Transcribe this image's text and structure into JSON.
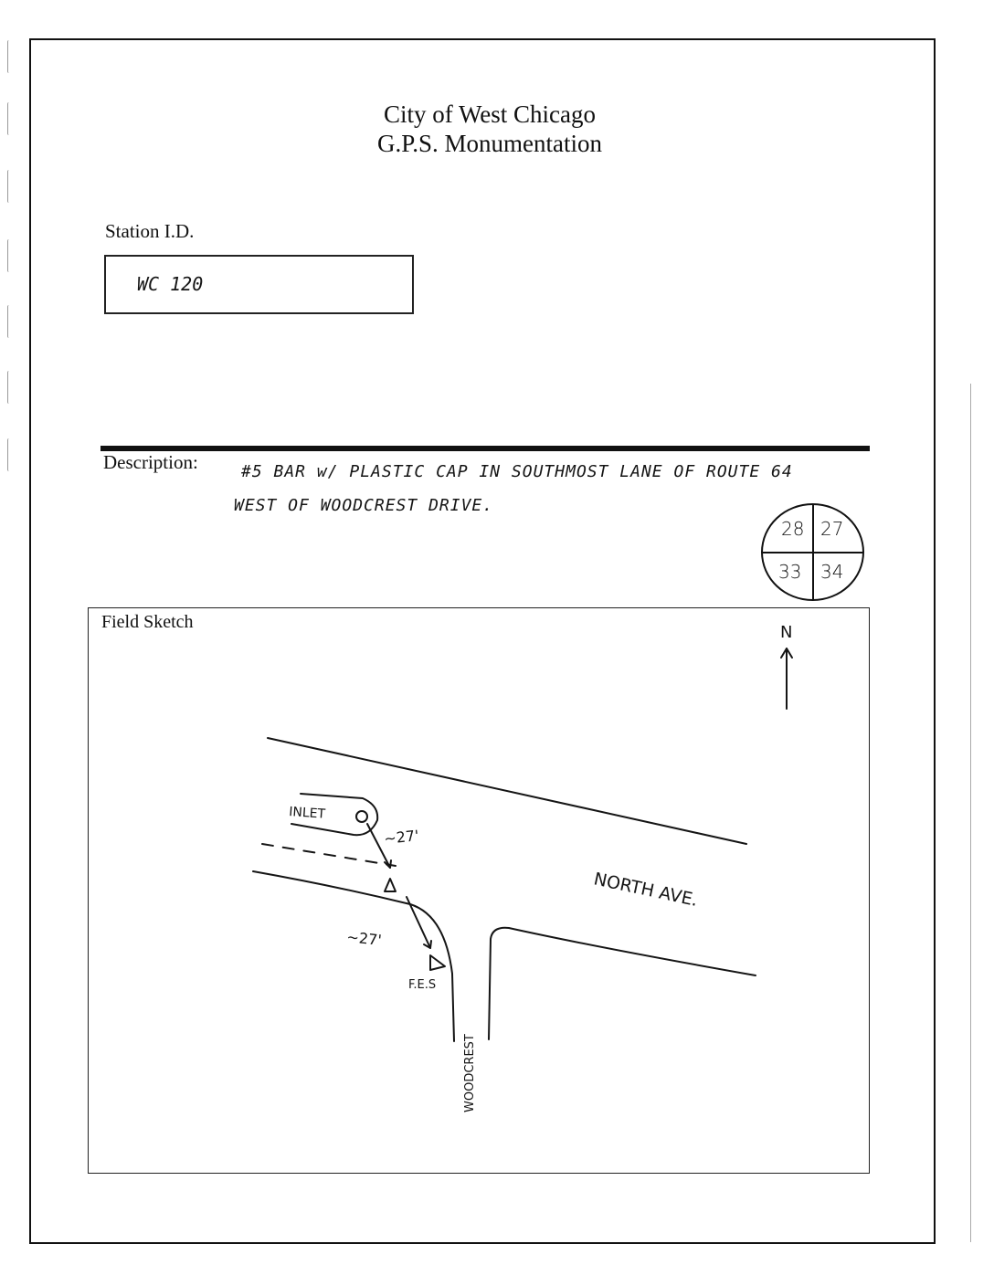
{
  "header": {
    "line1": "City of West Chicago",
    "line2": "G.P.S. Monumentation"
  },
  "station": {
    "label": "Station I.D.",
    "value": "WC 120"
  },
  "description": {
    "label": "Description:",
    "line1": "#5 BAR w/ PLASTIC CAP IN SOUTHMOST LANE OF ROUTE 64",
    "line2": "WEST OF WOODCREST DRIVE."
  },
  "section_diagram": {
    "top_left": "28",
    "top_right": "27",
    "bottom_left": "33",
    "bottom_right": "34"
  },
  "field_sketch": {
    "label": "Field Sketch",
    "north": "N",
    "inlet": "INLET",
    "dist_inlet": "~27'",
    "dist_fes": "~27'",
    "fes": "F.E.S",
    "north_ave": "NORTH AVE.",
    "woodcrest": "WOODCREST"
  }
}
